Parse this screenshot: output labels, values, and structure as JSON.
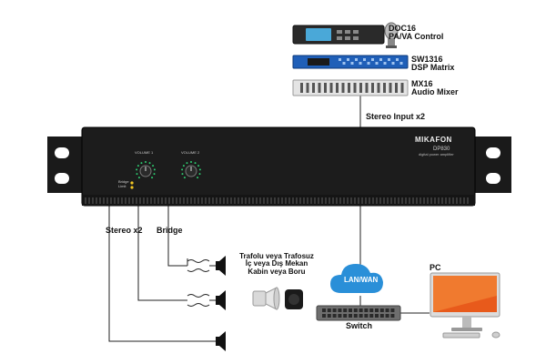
{
  "devices": {
    "doc16": {
      "name": "DOC16",
      "desc": "PA/VA Control"
    },
    "sw1316": {
      "name": "SW1316",
      "desc": "DSP Matrix"
    },
    "mx16": {
      "name": "MX16",
      "desc": "Audio Mixer"
    },
    "amplifier": {
      "brand": "MIKAFON",
      "model": "DP830",
      "subtitle": "digital power amplifier",
      "volume1": "VOLUME 1",
      "volume2": "VOLUME 2",
      "led1": "Bridge",
      "led2": "Limit"
    },
    "switch": {
      "name": "Switch"
    },
    "pc": {
      "name": "PC"
    }
  },
  "labels": {
    "stereo_input": "Stereo Input x2",
    "stereo_out": "Stereo x2",
    "bridge": "Bridge",
    "cloud": "LAN/WAN",
    "speaker_caption": [
      "Trafolu veya Trafosuz",
      "İç veya Dış Mekan",
      "Kabin veya Boru"
    ]
  },
  "colors": {
    "amp_body": "#1c1c1c",
    "knob_led": "#2ecc71",
    "dsp_blue": "#1f5fb8",
    "cloud": "#2a8fd8",
    "line": "#222222"
  }
}
